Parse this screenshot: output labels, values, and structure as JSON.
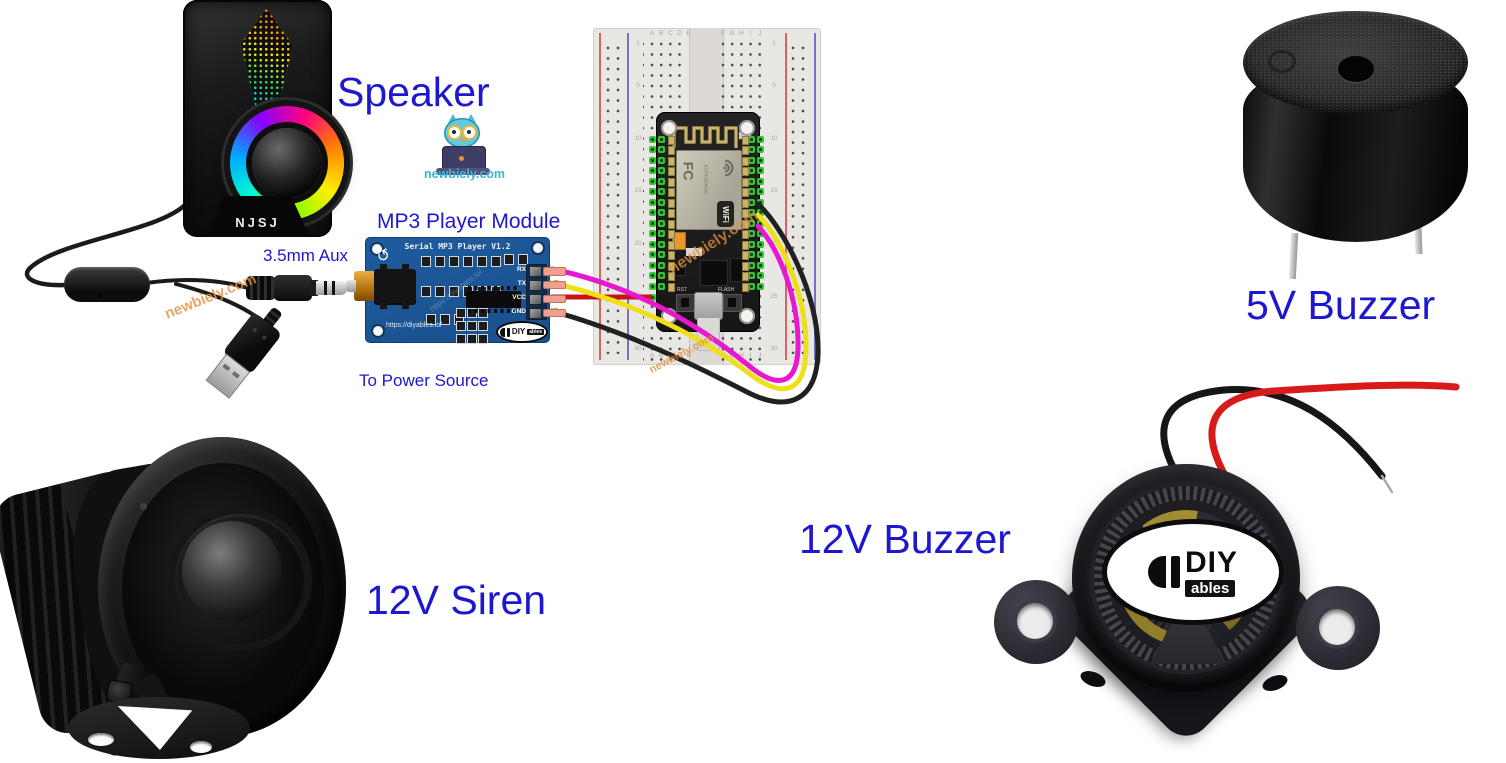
{
  "colors": {
    "label_blue": "#1d17cf",
    "pcb_blue": "#1e5c9e",
    "wire_red": "#c81414",
    "wire_yellow": "#efdf1b",
    "wire_magenta": "#e818ce",
    "wire_black": "#212121",
    "cable": "#1b1b1b",
    "buzzer_red": "#d91a1a",
    "buzzer_black": "#161616",
    "watermark_orange": "#e0913e",
    "breadboard_green": "#35c435",
    "nodemcu_gold": "#c9b46a"
  },
  "labels": {
    "speaker": "Speaker",
    "mp3_module": "MP3 Player Module",
    "aux": "3.5mm Aux",
    "power_source": "To Power Source",
    "buzzer_5v": "5V Buzzer",
    "siren_12v": "12V Siren",
    "buzzer_12v": "12V Buzzer"
  },
  "speaker": {
    "brand": "NJSJ"
  },
  "newbiely": {
    "site": "newbiely.com"
  },
  "mp3_board": {
    "title": "Serial MP3 Player V1.2",
    "url": "https://diyables.io/",
    "pins": [
      "RX",
      "TX",
      "VCC",
      "GND"
    ]
  },
  "diyables": {
    "main": "DIY",
    "sub": "ables"
  },
  "breadboard": {
    "columns_left": [
      "A",
      "B",
      "C",
      "D",
      "E"
    ],
    "columns_right": [
      "F",
      "G",
      "H",
      "I",
      "J"
    ],
    "rows": [
      1,
      5,
      10,
      15,
      20,
      25,
      30
    ]
  },
  "nodemcu": {
    "fcc": "FC",
    "chip": "ESP8266MOD",
    "wifi_badge": "WiFi",
    "btn_rst": "RST",
    "btn_flash": "FLASH"
  }
}
